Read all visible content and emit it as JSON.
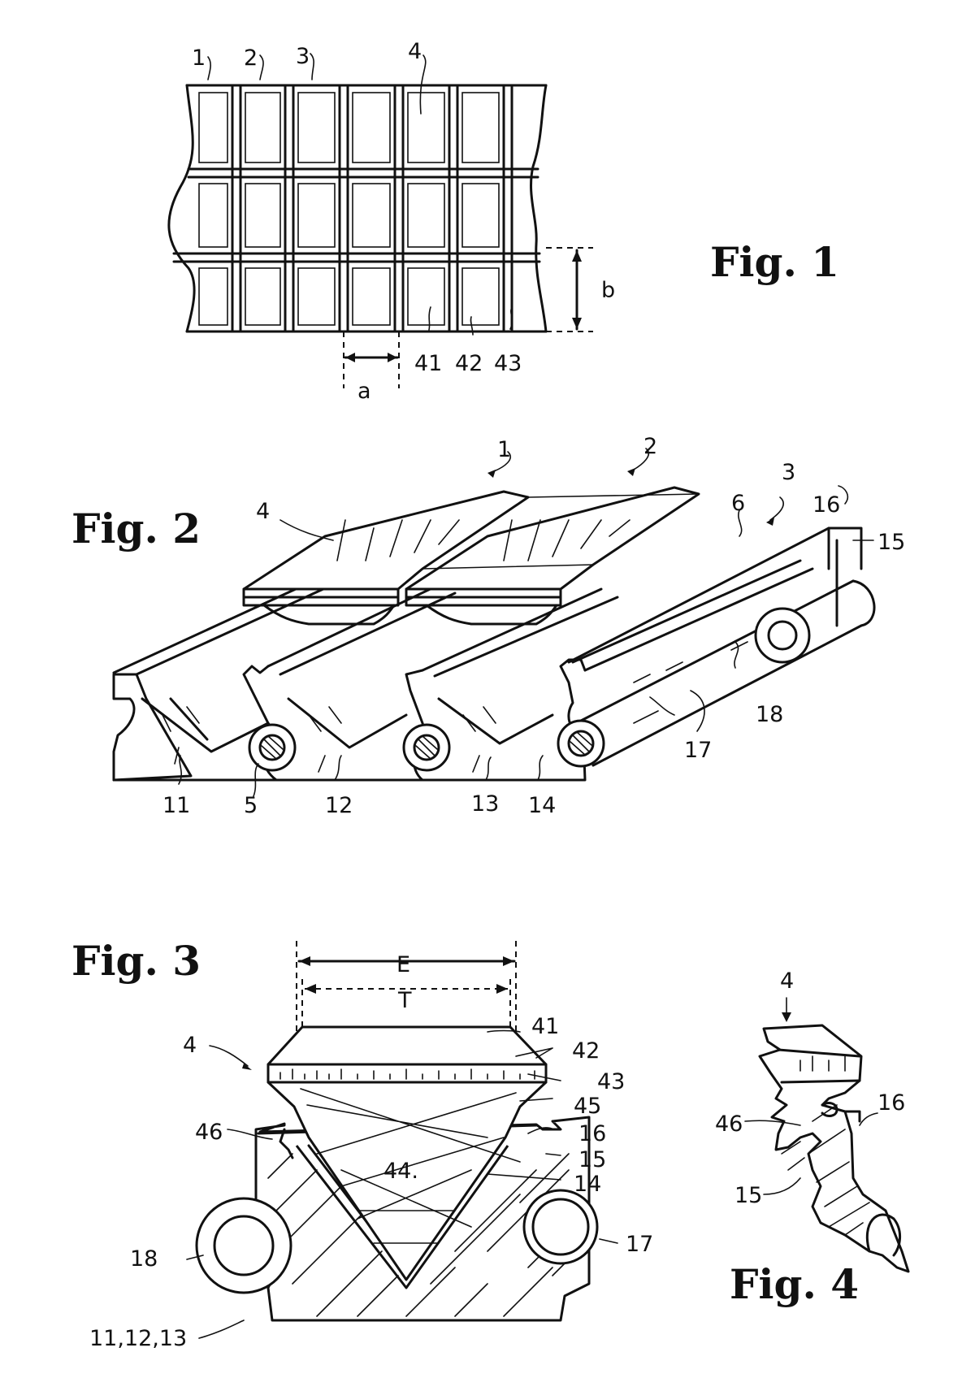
{
  "figures": {
    "fig1": {
      "title": "Fig. 1",
      "labels": {
        "l1": "1",
        "l2": "2",
        "l3": "3",
        "l4": "4",
        "l41": "41",
        "l42": "42",
        "l43": "43",
        "la": "a",
        "lb": "b"
      }
    },
    "fig2": {
      "title": "Fig. 2",
      "labels": {
        "l1": "1",
        "l2": "2",
        "l3": "3",
        "l4": "4",
        "l6": "6",
        "l16": "16",
        "l15": "15",
        "l18": "18",
        "l17": "17",
        "l11": "11",
        "l5": "5",
        "l12": "12",
        "l13": "13",
        "l14": "14"
      }
    },
    "fig3": {
      "title": "Fig. 3",
      "labels": {
        "lE": "E",
        "lT": "T",
        "l4": "4",
        "l41": "41",
        "l42": "42",
        "l43": "43",
        "l45": "45",
        "l46": "46",
        "l16": "16",
        "l15": "15",
        "l14": "14",
        "l44": "44.",
        "l18": "18",
        "l17": "17",
        "l111213": "11,12,13"
      }
    },
    "fig4": {
      "title": "Fig. 4",
      "labels": {
        "l4": "4",
        "l46": "46",
        "l16": "16",
        "l15": "15"
      }
    }
  }
}
